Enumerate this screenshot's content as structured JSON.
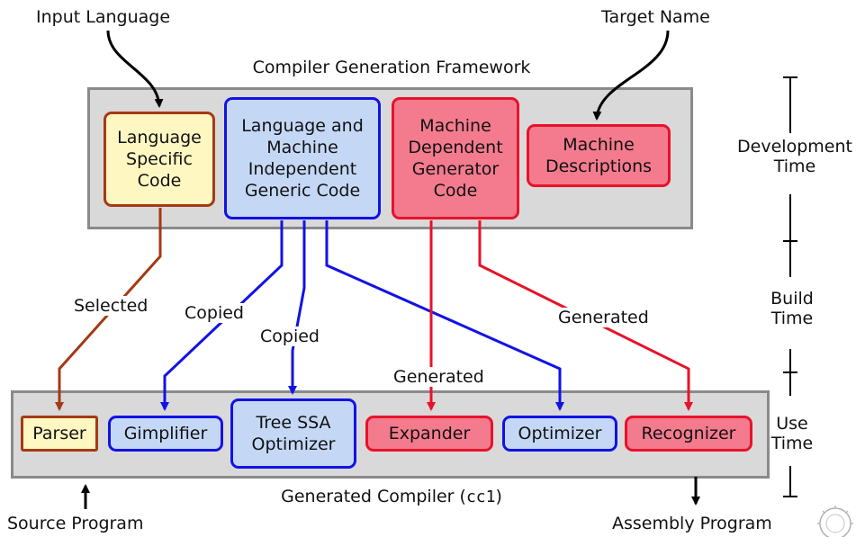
{
  "top_inputs": {
    "input_language": "Input Language",
    "target_name": "Target Name"
  },
  "framework": {
    "title": "Compiler Generation Framework",
    "boxes": {
      "language_specific": "Language\nSpecific\nCode",
      "generic_code": "Language and\nMachine\nIndependent\nGeneric Code",
      "machine_dependent": "Machine\nDependent\nGenerator\nCode",
      "machine_descriptions": "Machine\nDescriptions"
    }
  },
  "edges": {
    "selected": "Selected",
    "copied_1": "Copied",
    "copied_2": "Copied",
    "generated_1": "Generated",
    "generated_2": "Generated"
  },
  "compiler": {
    "title_prefix": "Generated Compiler (",
    "title_code": "cc1",
    "title_suffix": ")",
    "boxes": {
      "parser": "Parser",
      "gimplifier": "Gimplifier",
      "tree_ssa": "Tree SSA\nOptimizer",
      "expander": "Expander",
      "optimizer": "Optimizer",
      "recognizer": "Recognizer"
    }
  },
  "bottom_io": {
    "source_program": "Source Program",
    "assembly_program": "Assembly Program"
  },
  "timeline": {
    "development": "Development\nTime",
    "build": "Build\nTime",
    "use": "Use\nTime"
  },
  "colors": {
    "brown": "#a33a14",
    "blue": "#1212e6",
    "red": "#e8122a",
    "panel": "#d9d9d9"
  }
}
